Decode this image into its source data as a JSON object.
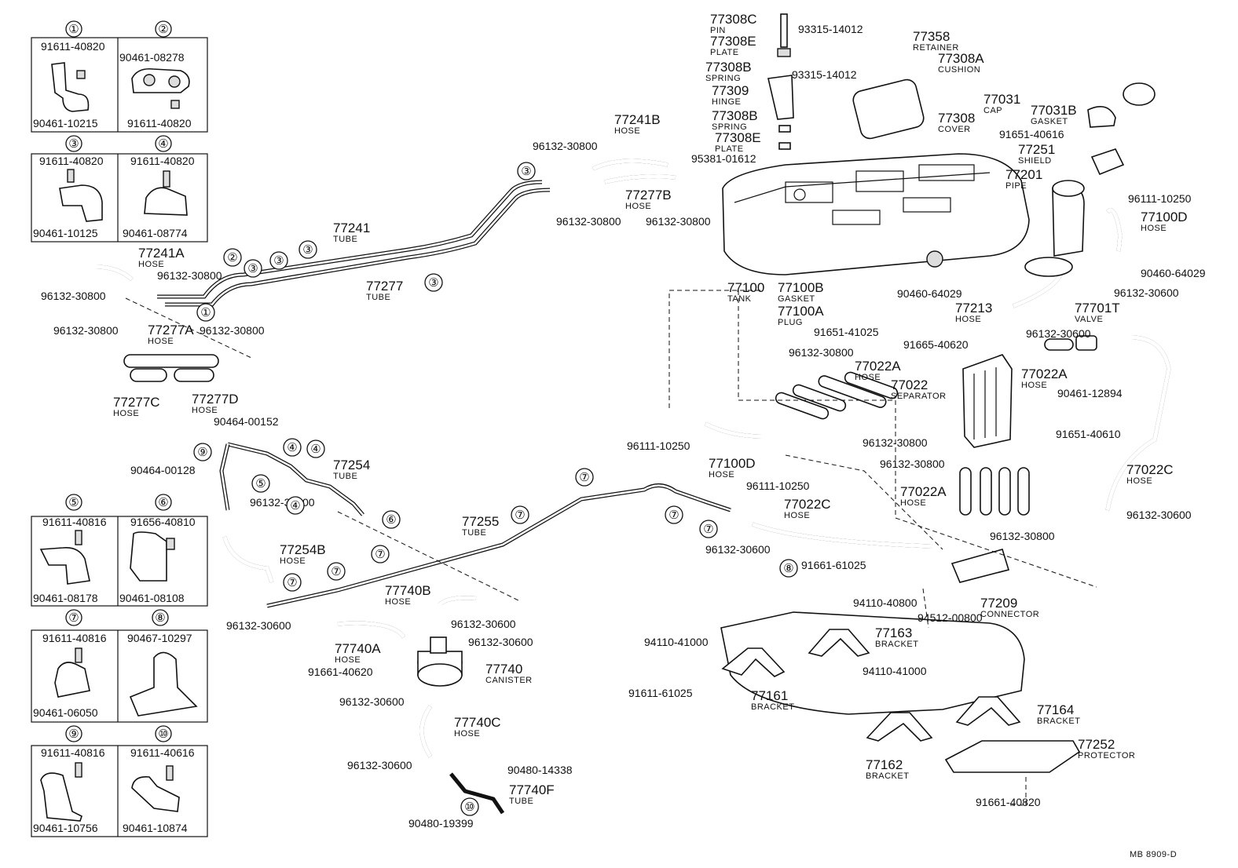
{
  "inset_boxes": [
    {
      "ref": "①",
      "top": "91611-40820",
      "bottom": "90461-10215"
    },
    {
      "ref": "②",
      "top": "90461-08278",
      "bottom": "91611-40820"
    },
    {
      "ref": "③",
      "top": "91611-40820",
      "bottom": "90461-10125"
    },
    {
      "ref": "④",
      "top": "91611-40820",
      "bottom": "90461-08774"
    },
    {
      "ref": "⑤",
      "top": "91611-40816",
      "bottom": "90461-08178"
    },
    {
      "ref": "⑥",
      "top": "91656-40810",
      "bottom": "90461-08108"
    },
    {
      "ref": "⑦",
      "top": "91611-40816",
      "bottom": "90461-06050"
    },
    {
      "ref": "⑧",
      "top": "90467-10297",
      "bottom": ""
    },
    {
      "ref": "⑨",
      "top": "91611-40816",
      "bottom": "90461-10756"
    },
    {
      "ref": "⑩",
      "top": "91611-40616",
      "bottom": "90461-10874"
    }
  ],
  "labels": [
    {
      "id": "l1",
      "pn": "77308C",
      "name": "PIN"
    },
    {
      "id": "l2",
      "pn": "77308E",
      "name": "PLATE"
    },
    {
      "id": "l3",
      "pn": "77308B",
      "name": "SPRING"
    },
    {
      "id": "l4",
      "pn": "77309",
      "name": "HINGE"
    },
    {
      "id": "l5",
      "pn": "77308B",
      "name": "SPRING"
    },
    {
      "id": "l6",
      "pn": "77308E",
      "name": "PLATE"
    },
    {
      "id": "l7",
      "pn": "93315-14012",
      "name": ""
    },
    {
      "id": "l8",
      "pn": "93315-14012",
      "name": ""
    },
    {
      "id": "l9",
      "pn": "77358",
      "name": "RETAINER"
    },
    {
      "id": "l10",
      "pn": "77308A",
      "name": "CUSHION"
    },
    {
      "id": "l11",
      "pn": "77308",
      "name": "COVER"
    },
    {
      "id": "l12",
      "pn": "95381-01612",
      "name": ""
    },
    {
      "id": "l13",
      "pn": "77031",
      "name": "CAP"
    },
    {
      "id": "l14",
      "pn": "77031B",
      "name": "GASKET"
    },
    {
      "id": "l15",
      "pn": "91651-40616",
      "name": ""
    },
    {
      "id": "l16",
      "pn": "77251",
      "name": "SHIELD"
    },
    {
      "id": "l17",
      "pn": "77201",
      "name": "PIPE"
    },
    {
      "id": "l18",
      "pn": "96111-10250",
      "name": ""
    },
    {
      "id": "l19",
      "pn": "77100D",
      "name": "HOSE"
    },
    {
      "id": "l20",
      "pn": "90460-64029",
      "name": ""
    },
    {
      "id": "l21",
      "pn": "90460-64029",
      "name": ""
    },
    {
      "id": "l22",
      "pn": "77213",
      "name": "HOSE"
    },
    {
      "id": "l23",
      "pn": "96132-30600",
      "name": ""
    },
    {
      "id": "l24",
      "pn": "77701T",
      "name": "VALVE"
    },
    {
      "id": "l25",
      "pn": "77100",
      "name": "TANK"
    },
    {
      "id": "l26",
      "pn": "77100B",
      "name": "GASKET"
    },
    {
      "id": "l27",
      "pn": "77100A",
      "name": "PLUG"
    },
    {
      "id": "l28",
      "pn": "91651-41025",
      "name": ""
    },
    {
      "id": "l29",
      "pn": "91665-40620",
      "name": ""
    },
    {
      "id": "l30",
      "pn": "96132-30600",
      "name": ""
    },
    {
      "id": "l31",
      "pn": "77022A",
      "name": "HOSE"
    },
    {
      "id": "l32",
      "pn": "90461-12894",
      "name": ""
    },
    {
      "id": "l33",
      "pn": "91651-40610",
      "name": ""
    },
    {
      "id": "l34",
      "pn": "96132-30800",
      "name": ""
    },
    {
      "id": "l35",
      "pn": "77022A",
      "name": "HOSE"
    },
    {
      "id": "l36",
      "pn": "77022",
      "name": "SEPARATOR"
    },
    {
      "id": "l37",
      "pn": "96132-30800",
      "name": ""
    },
    {
      "id": "l38",
      "pn": "96132-30800",
      "name": ""
    },
    {
      "id": "l39",
      "pn": "77022A",
      "name": "HOSE"
    },
    {
      "id": "l40",
      "pn": "96132-30800",
      "name": ""
    },
    {
      "id": "l41",
      "pn": "77022C",
      "name": "HOSE"
    },
    {
      "id": "l42",
      "pn": "96132-30600",
      "name": ""
    },
    {
      "id": "l43",
      "pn": "96111-10250",
      "name": ""
    },
    {
      "id": "l44",
      "pn": "77100D",
      "name": "HOSE"
    },
    {
      "id": "l45",
      "pn": "96111-10250",
      "name": ""
    },
    {
      "id": "l46",
      "pn": "77022C",
      "name": "HOSE"
    },
    {
      "id": "l47",
      "pn": "96132-30600",
      "name": ""
    },
    {
      "id": "l48",
      "pn": "91661-61025",
      "name": ""
    },
    {
      "id": "l49",
      "pn": "94110-40800",
      "name": ""
    },
    {
      "id": "l50",
      "pn": "94512-00800",
      "name": ""
    },
    {
      "id": "l51",
      "pn": "77209",
      "name": "CONNECTOR"
    },
    {
      "id": "l52",
      "pn": "94110-41000",
      "name": ""
    },
    {
      "id": "l53",
      "pn": "77163",
      "name": "BRACKET"
    },
    {
      "id": "l54",
      "pn": "94110-41000",
      "name": ""
    },
    {
      "id": "l55",
      "pn": "91611-61025",
      "name": ""
    },
    {
      "id": "l56",
      "pn": "77161",
      "name": "BRACKET"
    },
    {
      "id": "l57",
      "pn": "77164",
      "name": "BRACKET"
    },
    {
      "id": "l58",
      "pn": "77162",
      "name": "BRACKET"
    },
    {
      "id": "l59",
      "pn": "77252",
      "name": "PROTECTOR"
    },
    {
      "id": "l60",
      "pn": "91661-40820",
      "name": ""
    },
    {
      "id": "l61",
      "pn": "77241B",
      "name": "HOSE"
    },
    {
      "id": "l62",
      "pn": "96132-30800",
      "name": ""
    },
    {
      "id": "l63",
      "pn": "77277B",
      "name": "HOSE"
    },
    {
      "id": "l64",
      "pn": "96132-30800",
      "name": ""
    },
    {
      "id": "l65",
      "pn": "96132-30800",
      "name": ""
    },
    {
      "id": "l66",
      "pn": "77241",
      "name": "TUBE"
    },
    {
      "id": "l67",
      "pn": "77277",
      "name": "TUBE"
    },
    {
      "id": "l68",
      "pn": "77241A",
      "name": "HOSE"
    },
    {
      "id": "l69",
      "pn": "96132-30800",
      "name": ""
    },
    {
      "id": "l70",
      "pn": "96132-30800",
      "name": ""
    },
    {
      "id": "l71",
      "pn": "77277A",
      "name": "HOSE"
    },
    {
      "id": "l72",
      "pn": "96132-30800",
      "name": ""
    },
    {
      "id": "l73",
      "pn": "96132-30800",
      "name": ""
    },
    {
      "id": "l74",
      "pn": "77277C",
      "name": "HOSE"
    },
    {
      "id": "l75",
      "pn": "77277D",
      "name": "HOSE"
    },
    {
      "id": "l76",
      "pn": "90464-00152",
      "name": ""
    },
    {
      "id": "l77",
      "pn": "90464-00128",
      "name": ""
    },
    {
      "id": "l78",
      "pn": "77254",
      "name": "TUBE"
    },
    {
      "id": "l79",
      "pn": "96132-30600",
      "name": ""
    },
    {
      "id": "l80",
      "pn": "77254B",
      "name": "HOSE"
    },
    {
      "id": "l81",
      "pn": "96132-30600",
      "name": ""
    },
    {
      "id": "l82",
      "pn": "77255",
      "name": "TUBE"
    },
    {
      "id": "l83",
      "pn": "77740B",
      "name": "HOSE"
    },
    {
      "id": "l84",
      "pn": "96132-30600",
      "name": ""
    },
    {
      "id": "l85",
      "pn": "96132-30600",
      "name": ""
    },
    {
      "id": "l86",
      "pn": "77740A",
      "name": "HOSE"
    },
    {
      "id": "l87",
      "pn": "91661-40620",
      "name": ""
    },
    {
      "id": "l88",
      "pn": "77740",
      "name": "CANISTER"
    },
    {
      "id": "l89",
      "pn": "96132-30600",
      "name": ""
    },
    {
      "id": "l90",
      "pn": "77740C",
      "name": "HOSE"
    },
    {
      "id": "l91",
      "pn": "96132-30600",
      "name": ""
    },
    {
      "id": "l92",
      "pn": "90480-14338",
      "name": ""
    },
    {
      "id": "l93",
      "pn": "77740F",
      "name": "TUBE"
    },
    {
      "id": "l94",
      "pn": "90480-19399",
      "name": ""
    }
  ],
  "refs": {
    "r1": "③",
    "r2": "③",
    "r3": "②",
    "r4": "③",
    "r5": "③",
    "r6": "③",
    "r7": "①",
    "r8": "⑨",
    "r9": "④",
    "r10": "④",
    "r11": "⑤",
    "r12": "④",
    "r13": "⑥",
    "r14": "⑦",
    "r15": "⑦",
    "r16": "⑦",
    "r17": "⑦",
    "r18": "⑦",
    "r19": "⑦",
    "r20": "⑦",
    "r21": "⑧",
    "r22": "⑩"
  },
  "footer": "MB 8909-D"
}
